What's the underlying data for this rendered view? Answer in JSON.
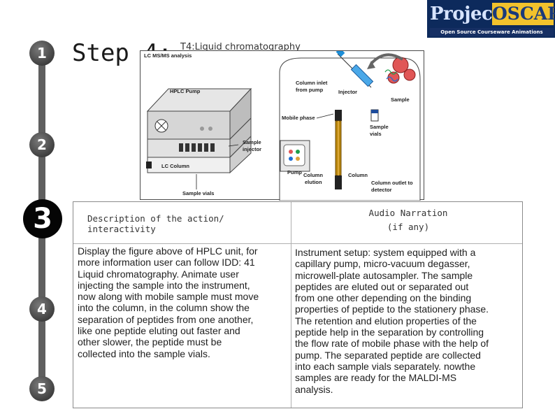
{
  "slide": {
    "step_title": "Step 4:",
    "sub_title": "T4:Liquid chromatography"
  },
  "logo": {
    "project": "Project",
    "oscar": "OSCAR",
    "tagline": "Open Source Courseware Animations Repository"
  },
  "steps": {
    "one": "1",
    "two": "2",
    "three": "3",
    "four": "4",
    "five": "5"
  },
  "figure": {
    "title": "LC MS/MS analysis",
    "hplc_pump": "HPLC Pump",
    "sample_injector_1": "Sample",
    "sample_injector_2": "injector",
    "lc_column": "LC Column",
    "sample_vials": "Sample vials",
    "column_inlet_1": "Column inlet",
    "column_inlet_2": "from pump",
    "injector": "Injector",
    "mobile_phase": "Mobile phase",
    "sample": "Sample",
    "sample_vials_2a": "Sample",
    "sample_vials_2b": "vials",
    "pump": "Pump",
    "column_elution_1": "Column",
    "column_elution_2": "elution",
    "column": "Column",
    "column_outlet_1": "Column outlet to",
    "column_outlet_2": "detector"
  },
  "table": {
    "header_left": "Description of the action/ interactivity",
    "header_right_1": "Audio Narration",
    "header_right_2": "(if any)",
    "description_lines": [
      "Display the figure above of HPLC unit, for",
      "more information user can follow IDD: 41",
      "Liquid chromatography. Animate user",
      "injecting the sample into the instrument,",
      "now along with mobile sample must move",
      "into the column, in the column show the",
      "separation of peptides from one another,",
      "like one peptide eluting out faster and",
      "other slower, the peptide must be",
      "collected into the sample vials."
    ],
    "narration_lines": [
      "Instrument setup: system equipped with a",
      "capillary pump, micro-vacuum degasser,",
      "microwell-plate autosampler. The sample",
      "peptides are eluted out or separated out",
      "from one other depending on the binding",
      "properties of peptide to the stationery phase.",
      "The retention and elution properties of the",
      "peptide help in the separation by controlling",
      "the flow rate of mobile phase with the help of",
      "pump. The separated peptide are collected",
      "into each sample vials separately. nowthe",
      "samples are ready for the MALDI-MS",
      "analysis."
    ]
  }
}
